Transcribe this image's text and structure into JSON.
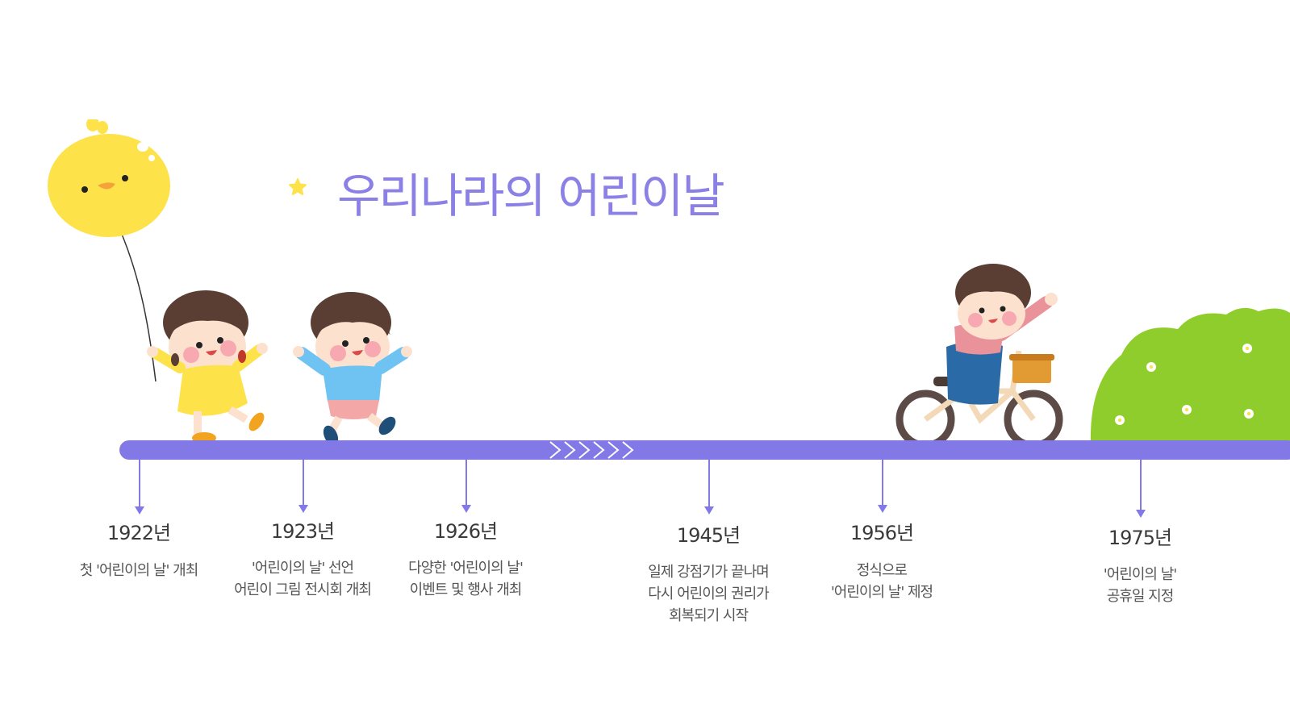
{
  "title": "우리나라의 어린이날",
  "colors": {
    "accent": "#8379e6",
    "title": "#8b80e6",
    "chick": "#fde24a",
    "bush": "#8fcd2c"
  },
  "icons": {
    "title_bullet": "star-icon",
    "balloon": "chick-balloon",
    "kids": [
      "girl-jumping",
      "boy-jumping",
      "boy-on-bicycle"
    ],
    "bush": "flower-bush"
  },
  "timeline": [
    {
      "year": "1922년",
      "lines": [
        "첫 '어린이의 날' 개최"
      ]
    },
    {
      "year": "1923년",
      "lines": [
        "'어린이의 날' 선언",
        "어린이 그림 전시회 개최"
      ]
    },
    {
      "year": "1926년",
      "lines": [
        "다양한 '어린이의 날'",
        "이벤트 및 행사 개최"
      ]
    },
    {
      "year": "1945년",
      "lines": [
        "일제 강점기가 끝나며",
        "다시 어린이의 권리가",
        "회복되기 시작"
      ]
    },
    {
      "year": "1956년",
      "lines": [
        "정식으로",
        "'어린이의 날' 제정"
      ]
    },
    {
      "year": "1975년",
      "lines": [
        "'어린이의 날'",
        "공휴일 지정"
      ]
    }
  ]
}
